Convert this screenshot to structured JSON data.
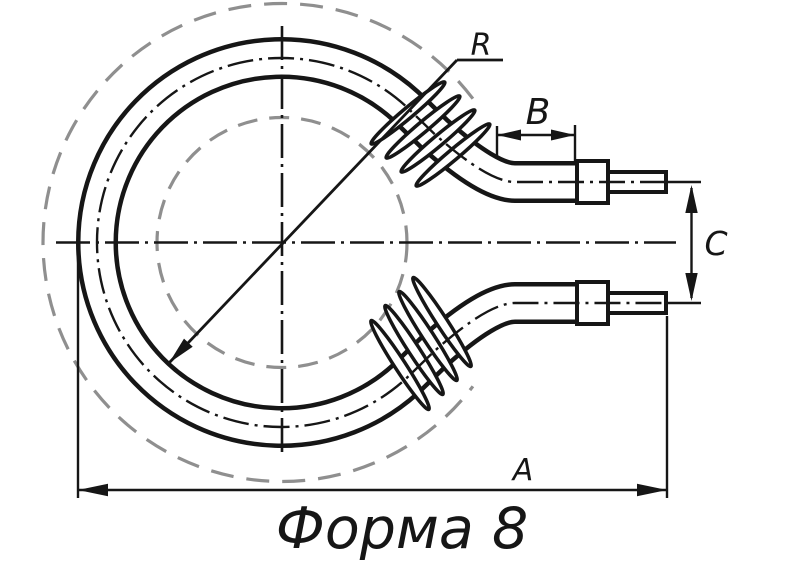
{
  "figure": {
    "title": "Форма 8"
  },
  "dimension_labels": {
    "radius": "R",
    "shank_length": "B",
    "terminal_gap": "C",
    "overall_width": "A"
  },
  "colors": {
    "ink": "#161616",
    "dashed_gray": "#8f8f8f",
    "background": "#ffffff"
  }
}
